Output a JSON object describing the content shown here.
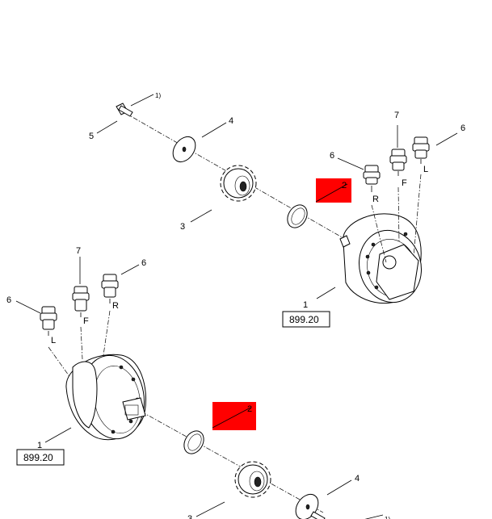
{
  "callouts": {
    "note": "1)",
    "bolt": "5",
    "washer_top": "4",
    "sprocket_top": "3",
    "seal_top": "2",
    "motor_top": "1",
    "fitting_top_r_num": "6",
    "fitting_top_f_num": "7",
    "fitting_top_l_num": "6",
    "fitting_bot_r_num": "6",
    "fitting_bot_f_num": "7",
    "fitting_bot_l_num": "6",
    "motor_bot": "1",
    "seal_bot": "2",
    "washer_bot": "4",
    "sprocket_bot": "3",
    "note_bot": "1)"
  },
  "port_letters": {
    "top_r": "R",
    "top_f": "F",
    "top_l": "L",
    "bot_r": "R",
    "bot_f": "F",
    "bot_l": "L"
  },
  "references": {
    "top": "899.20",
    "bottom": "899.20"
  },
  "colors": {
    "highlight": "#ff0000",
    "line": "#000000"
  }
}
